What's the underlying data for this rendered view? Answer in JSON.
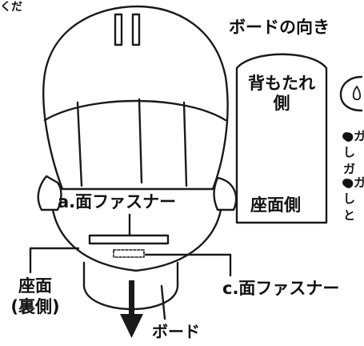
{
  "labels": {
    "top_left_fragment": "くだ",
    "board_orientation_title": "ボードの向き",
    "backrest_side": "背もたれ\n側",
    "seat_side": "座面側",
    "fastener_a": "a.面ファスナー",
    "seat_back": "座面\n(裏側)",
    "fastener_c": "c.面ファスナー",
    "board": "ボード",
    "right_fragment_1": "●ガ\nし\nガ",
    "right_fragment_2": "●ガ\nし\nと"
  },
  "colors": {
    "line": "#1a1a1a",
    "background": "#ffffff"
  },
  "icons": {
    "down_arrow": "arrow-down-icon",
    "note_bubble": "note-icon"
  }
}
